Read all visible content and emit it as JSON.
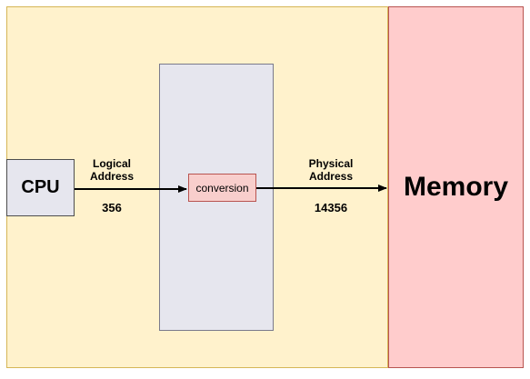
{
  "nodes": {
    "cpu": "CPU",
    "conversion": "conversion",
    "memory": "Memory"
  },
  "edges": {
    "logical": {
      "label_line1": "Logical",
      "label_line2": "Address",
      "value": "356"
    },
    "physical": {
      "label_line1": "Physical",
      "label_line2": "Address",
      "value": "14356"
    }
  },
  "colors": {
    "background_panel": "#fff2cc",
    "memory_fill": "#ffcccc",
    "memory_border": "#b85450",
    "mmu_fill": "#e6e6ee",
    "conversion_fill": "#f8cecc",
    "arrow": "#000000"
  }
}
